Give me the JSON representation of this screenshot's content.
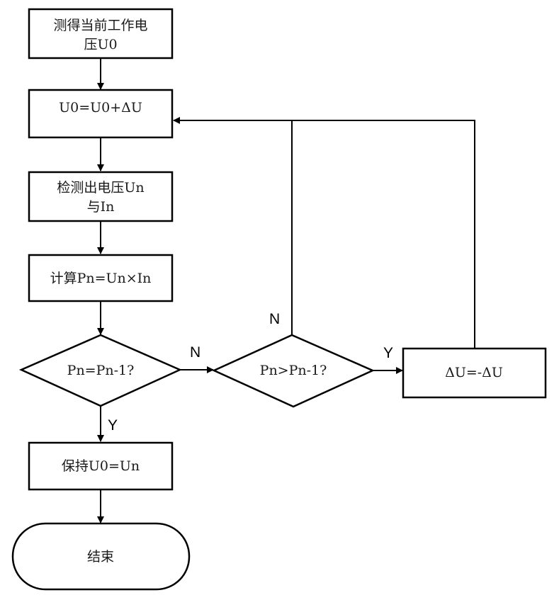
{
  "diagram": {
    "type": "flowchart",
    "nodes": {
      "measure": {
        "kind": "process",
        "lines": [
          "测得当前工作电",
          "压U0"
        ]
      },
      "update": {
        "kind": "process",
        "lines": [
          "U0=U0+ΔU"
        ]
      },
      "detect": {
        "kind": "process",
        "lines": [
          "检测出电压Un",
          "与In"
        ]
      },
      "compute": {
        "kind": "process",
        "lines": [
          "计算Pn=Un×In"
        ]
      },
      "decision_equal": {
        "kind": "decision",
        "lines": [
          "Pn=Pn-1?"
        ]
      },
      "decision_greater": {
        "kind": "decision",
        "lines": [
          "Pn>Pn-1?"
        ]
      },
      "invert": {
        "kind": "process",
        "lines": [
          "ΔU=-ΔU"
        ]
      },
      "hold": {
        "kind": "process",
        "lines": [
          "保持U0=Un"
        ]
      },
      "end": {
        "kind": "terminal",
        "lines": [
          "结束"
        ]
      }
    },
    "edge_labels": {
      "equal_no": "N",
      "equal_yes": "Y",
      "greater_no": "N",
      "greater_yes": "Y"
    },
    "edges": [
      {
        "from": "measure",
        "to": "update"
      },
      {
        "from": "update",
        "to": "detect"
      },
      {
        "from": "detect",
        "to": "compute"
      },
      {
        "from": "compute",
        "to": "decision_equal"
      },
      {
        "from": "decision_equal",
        "to": "decision_greater",
        "label": "N"
      },
      {
        "from": "decision_equal",
        "to": "hold",
        "label": "Y"
      },
      {
        "from": "decision_greater",
        "to": "update",
        "label": "N"
      },
      {
        "from": "decision_greater",
        "to": "invert",
        "label": "Y"
      },
      {
        "from": "invert",
        "to": "update"
      },
      {
        "from": "hold",
        "to": "end"
      }
    ]
  }
}
